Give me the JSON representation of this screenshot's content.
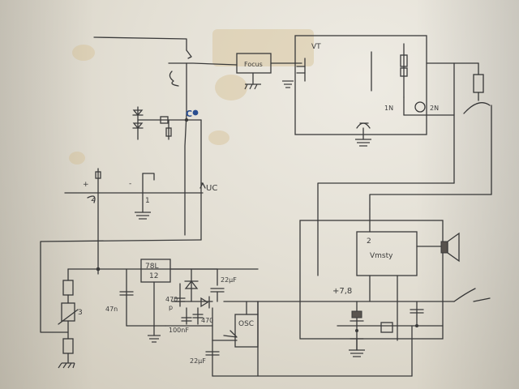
{
  "schematic": {
    "labels": {
      "focus": "Focus",
      "vt": "VT",
      "node_c": "C",
      "uc": "UC",
      "u78l": "78L",
      "u78l_12": "12",
      "osc": "OSC",
      "vmsty": "Vmsty",
      "cap_22uf_top": "22µF",
      "cap_22uf_bottom": "22µF",
      "cap_47n": "47n",
      "cap_470p": "470",
      "cap_470p_unit": "p",
      "cap_470": "470",
      "cap_100nf": "100nF",
      "supply_7v": "+7,8",
      "u1_1n": "1N",
      "u1_2n": "2N",
      "plus": "+",
      "minus": "-",
      "one": "1",
      "pin_2": "2",
      "pin_3": "3",
      "ic_pin_2": "2"
    }
  }
}
